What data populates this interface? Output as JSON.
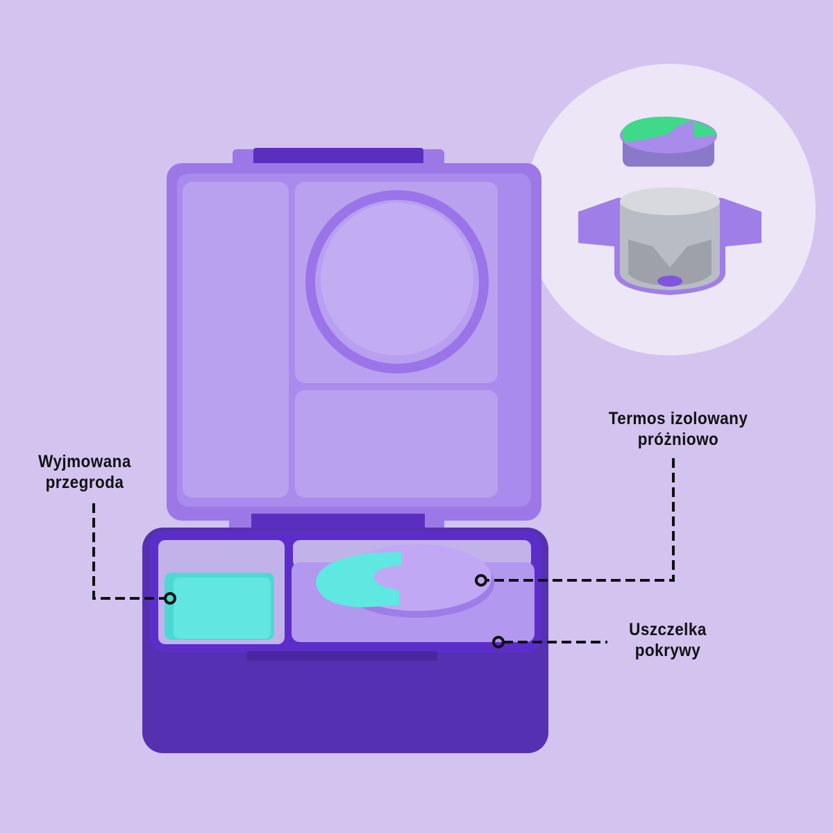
{
  "labels": {
    "divider": {
      "line1": "Wyjmowana",
      "line2": "przegroda"
    },
    "thermos": {
      "line1": "Termos izolowany",
      "line2": "próżniowo"
    },
    "seal": {
      "line1": "Uszczelka",
      "line2": "pokrywy"
    }
  },
  "colors": {
    "background": "#d3c3ef",
    "inset_circle": "#ece6f7",
    "box_purple": "#5530b0",
    "lid_purple": "#9b78e6",
    "accent_teal": "#55e0dc",
    "accent_green": "#3fd98a"
  }
}
